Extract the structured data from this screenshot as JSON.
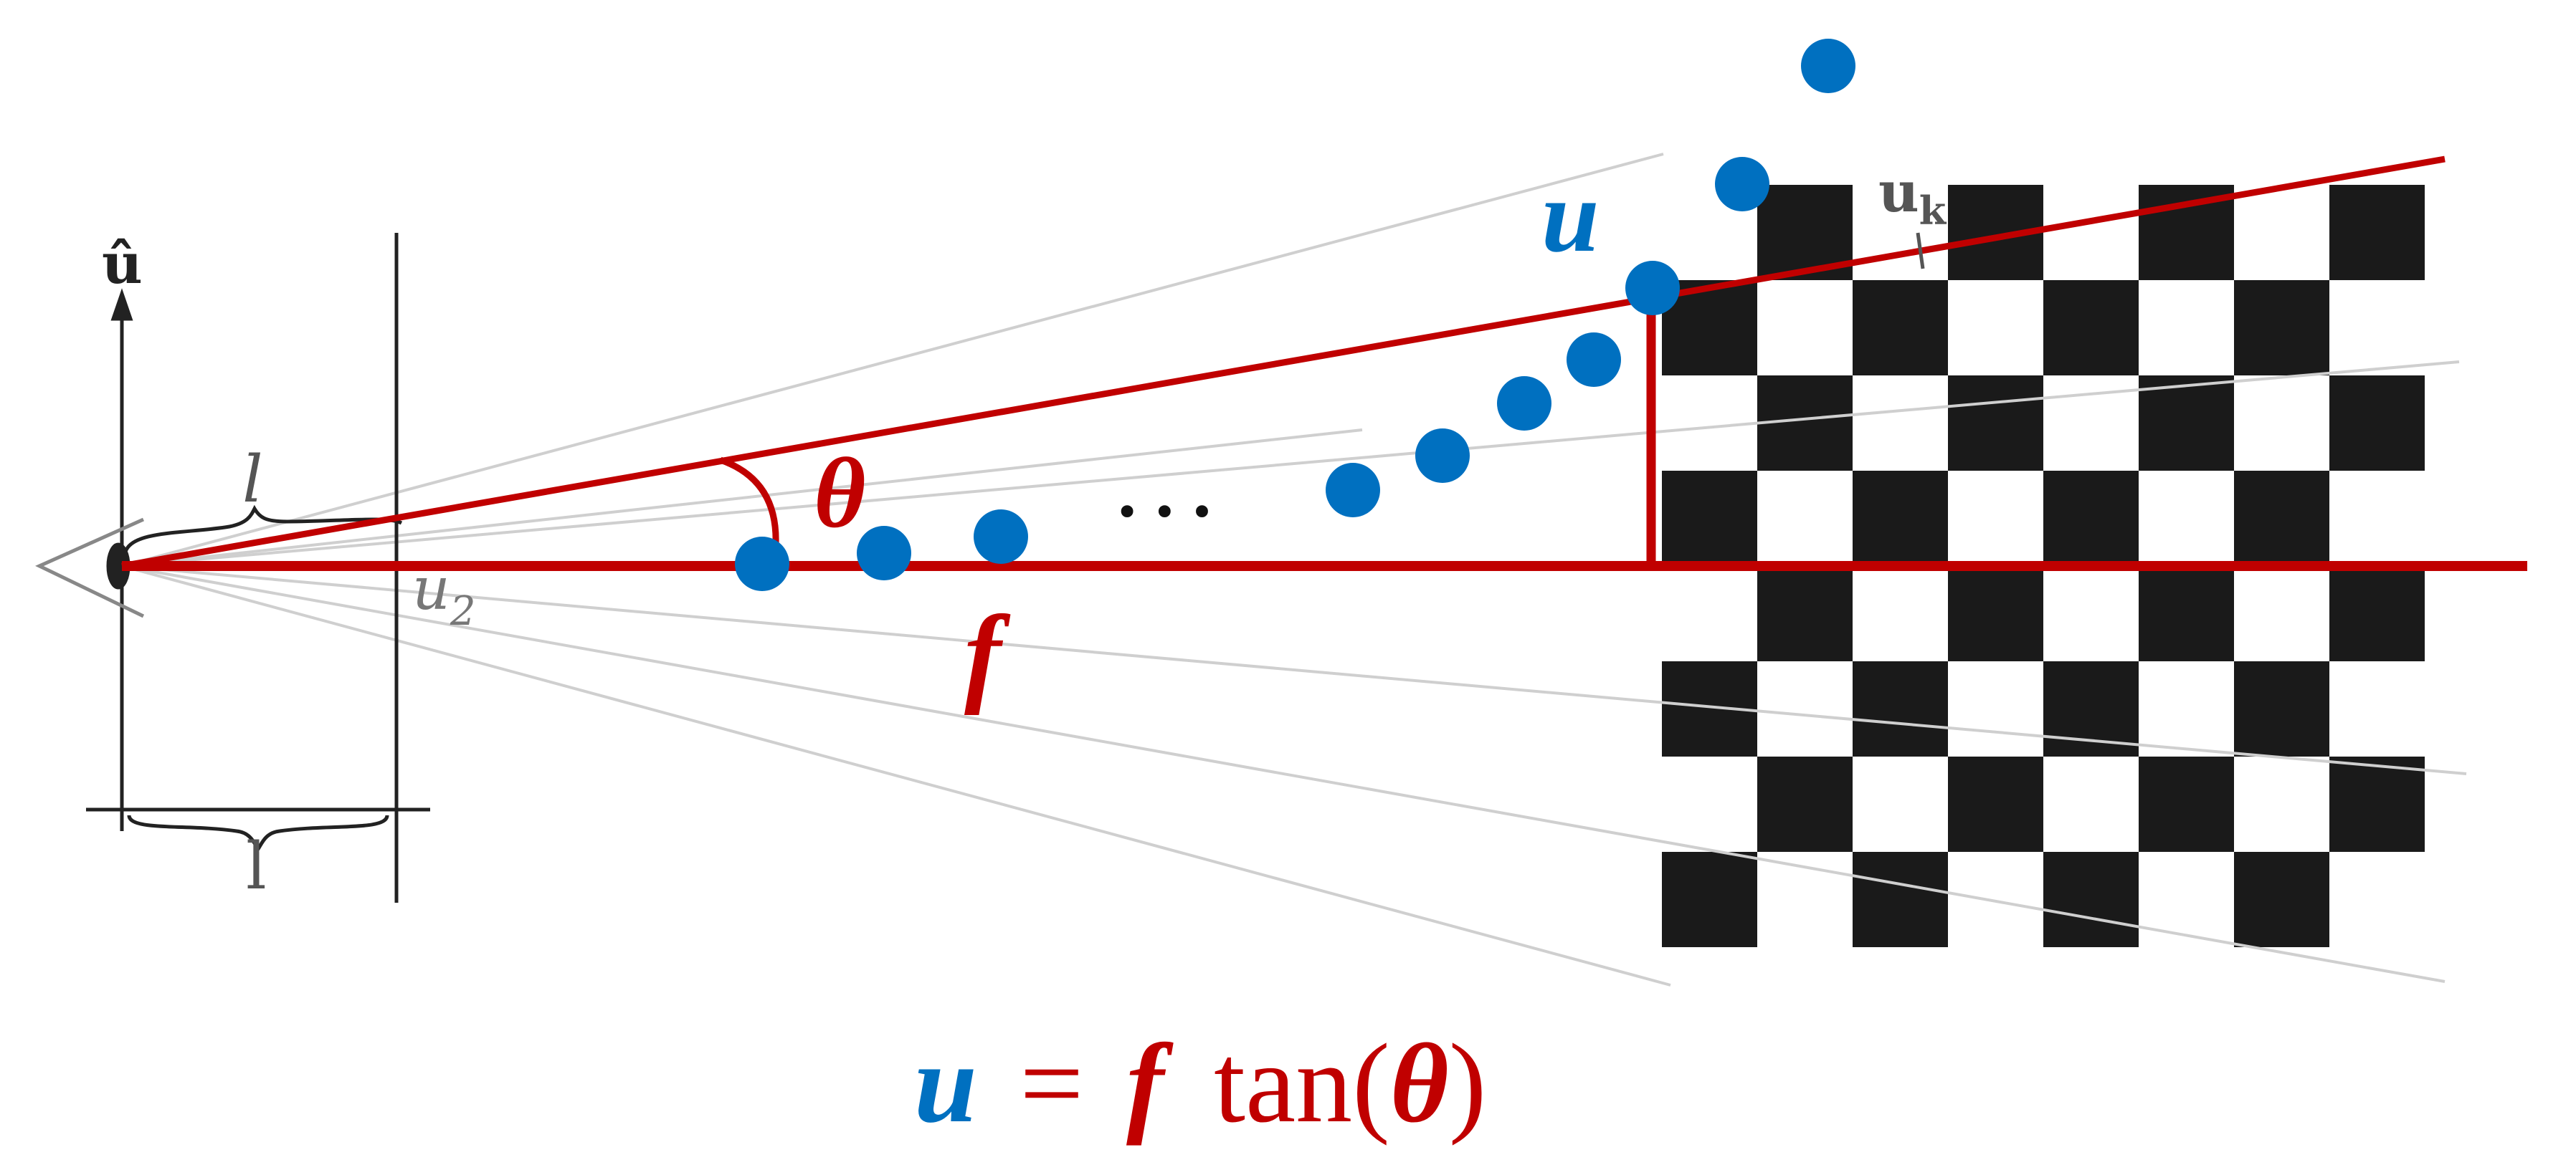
{
  "labels": {
    "u_hat": "û",
    "l_italic": "l",
    "l_upright": "l",
    "u2": "u",
    "u2_sub": "2",
    "uk": "u",
    "uk_sub": "k",
    "theta": "θ",
    "f": "f",
    "u": "u",
    "ellipsis": "•••"
  },
  "equation": {
    "lhs": "u",
    "equals": "=",
    "f": "f",
    "fn": "tan(",
    "theta": "θ",
    "close": ")"
  },
  "colors": {
    "red": "#c00000",
    "blue": "#0070c0",
    "black": "#1a1a1a",
    "gray_line": "#c8c8c8",
    "background": "#ffffff"
  }
}
